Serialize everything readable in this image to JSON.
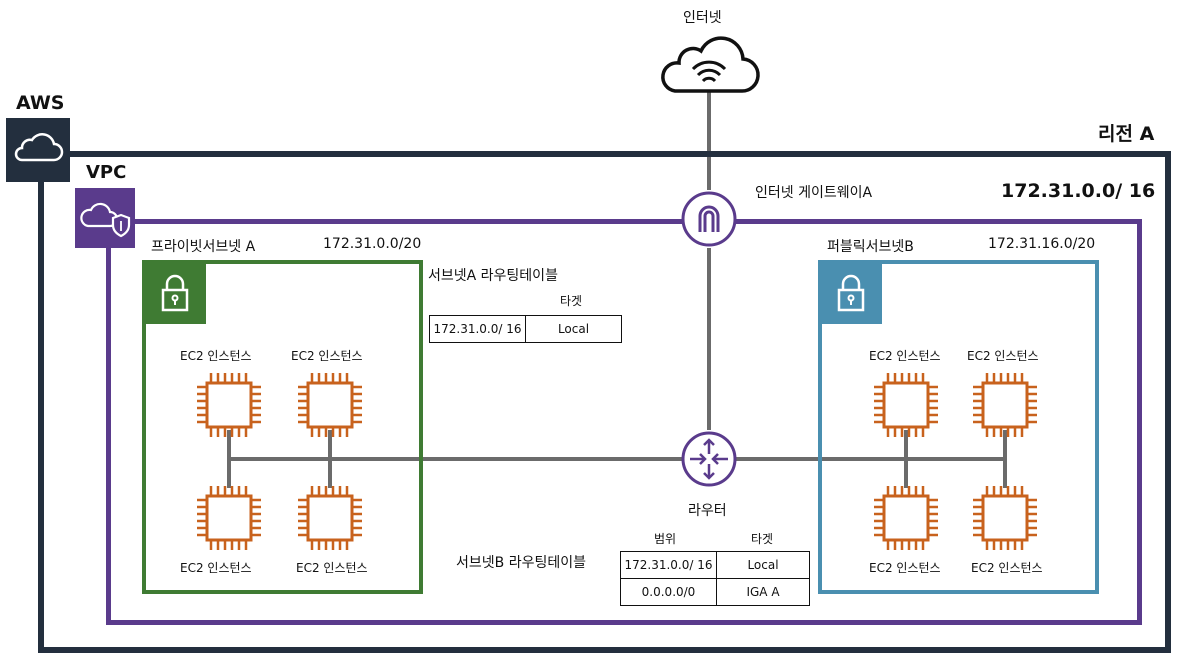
{
  "labels": {
    "internet": "인터넷",
    "aws": "AWS",
    "region": "리전 A",
    "vpc": "VPC",
    "igw": "인터넷 게이트웨이A",
    "vpc_cidr": "172.31.0.0/ 16",
    "router": "라우터"
  },
  "private_subnet": {
    "name": "프라이빗서브넷 A",
    "cidr": "172.31.0.0/20",
    "instances": [
      "EC2 인스턴스",
      "EC2 인스턴스",
      "EC2 인스턴스",
      "EC2 인스턴스"
    ]
  },
  "public_subnet": {
    "name": "퍼블릭서브넷B",
    "cidr": "172.31.16.0/20",
    "instances": [
      "EC2 인스턴스",
      "EC2 인스턴스",
      "EC2 인스턴스",
      "EC2 인스턴스"
    ]
  },
  "route_table_a": {
    "title": "서브넷A 라우팅테이블",
    "header_target": "타겟",
    "rows": [
      [
        "172.31.0.0/ 16",
        "Local"
      ]
    ]
  },
  "route_table_b": {
    "title": "서브넷B 라우팅테이블",
    "header_range": "범위",
    "header_target": "타겟",
    "rows": [
      [
        "172.31.0.0/ 16",
        "Local"
      ],
      [
        "0.0.0.0/0",
        "IGA A"
      ]
    ]
  },
  "colors": {
    "aws": "#232f3e",
    "vpc": "#5a3b8c",
    "private": "#3f7b33",
    "public": "#4a8fb0",
    "ec2": "#c8621d",
    "line": "#6b6b6b"
  }
}
